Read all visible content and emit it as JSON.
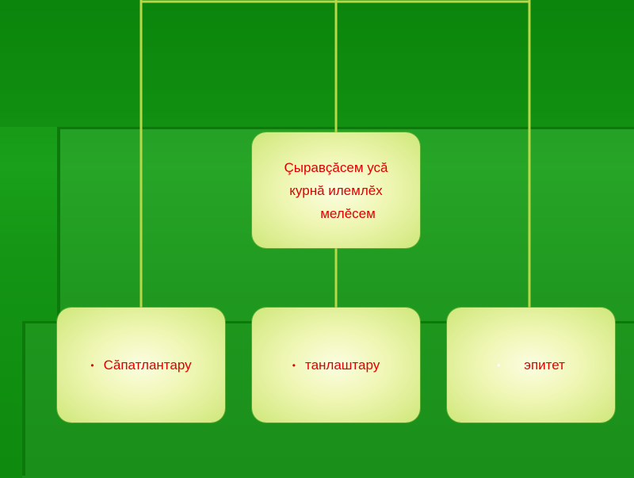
{
  "diagram": {
    "root": {
      "lines": [
        "Çыравçăсем усă",
        "курнă илемлĕх",
        "мелĕсем"
      ]
    },
    "children": [
      {
        "bullet": "•",
        "label": "Сăпатлантару"
      },
      {
        "bullet": "•",
        "label": "танлаштару"
      },
      {
        "bullet": "•",
        "label": "эпитет"
      }
    ]
  },
  "colors": {
    "background": "#129412",
    "connector": "#b8d84a",
    "node_text": "#e00000",
    "node_fill": "#eef6b2"
  }
}
